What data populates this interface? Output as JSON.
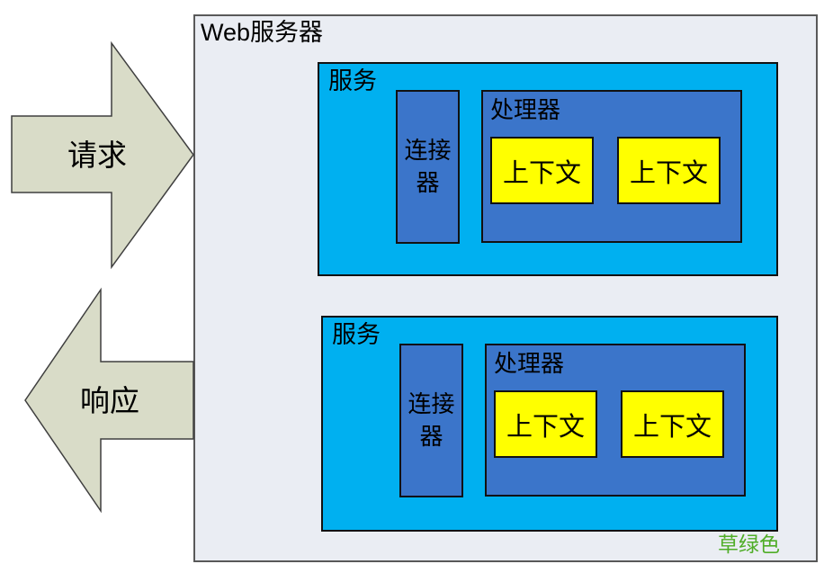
{
  "arrows": {
    "request": {
      "label": "请求"
    },
    "response": {
      "label": "响应"
    }
  },
  "web_server": {
    "title": "Web服务器",
    "services": [
      {
        "label": "服务",
        "connector_label": "连接器",
        "engine": {
          "label": "处理器",
          "contexts": [
            "上下文",
            "上下文"
          ]
        }
      },
      {
        "label": "服务",
        "connector_label": "连接器",
        "engine": {
          "label": "处理器",
          "contexts": [
            "上下文",
            "上下文"
          ]
        }
      }
    ],
    "footnote": "草绿色"
  },
  "colors": {
    "outer_fill": "#EAEDF3",
    "outer_border": "#595959",
    "service_fill": "#00B0F0",
    "component_fill": "#3B75CA",
    "context_fill": "#FFFF00",
    "arrow_fill": "#D9DCC8",
    "footnote_green": "#4FAD27"
  }
}
